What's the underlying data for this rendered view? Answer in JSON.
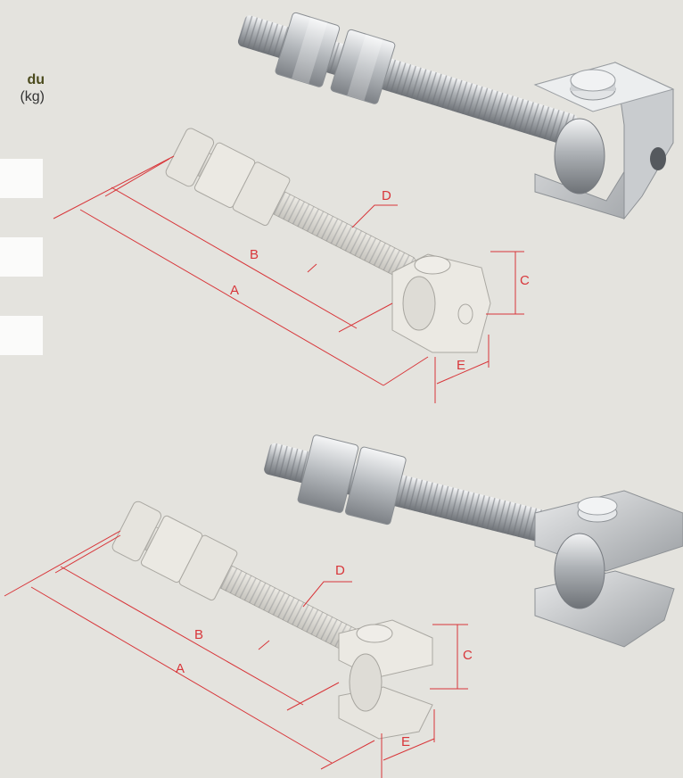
{
  "table_fragment": {
    "header_line1": "du",
    "header_line2": "(kg)"
  },
  "diagram_top": {
    "labels": {
      "A": "A",
      "B": "B",
      "C": "C",
      "D": "D",
      "E": "E"
    }
  },
  "diagram_bottom": {
    "labels": {
      "A": "A",
      "B": "B",
      "C": "C",
      "D": "D",
      "E": "E"
    }
  },
  "colors": {
    "background": "#e4e3de",
    "dimension_line": "#d8363a",
    "metal": "#b9bcbf"
  }
}
